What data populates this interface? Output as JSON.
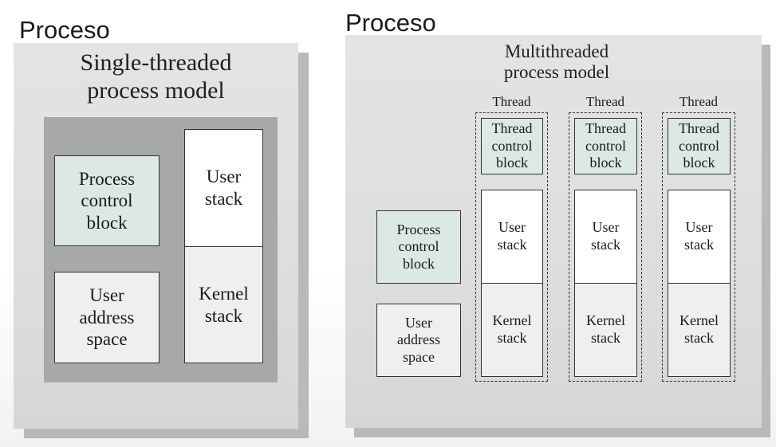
{
  "left": {
    "caption": "Proceso",
    "title_line1": "Single-threaded",
    "title_line2": "process model",
    "process_control_block": "Process\ncontrol\nblock",
    "user_address_space": "User\naddress\nspace",
    "user_stack": "User\nstack",
    "kernel_stack": "Kernel\nstack"
  },
  "right": {
    "caption": "Proceso",
    "title_line1": "Multithreaded",
    "title_line2": "process model",
    "process_control_block": "Process\ncontrol\nblock",
    "user_address_space": "User\naddress\nspace",
    "threads": [
      {
        "label": "Thread",
        "tcb": "Thread\ncontrol\nblock",
        "user_stack": "User\nstack",
        "kernel_stack": "Kernel\nstack"
      },
      {
        "label": "Thread",
        "tcb": "Thread\ncontrol\nblock",
        "user_stack": "User\nstack",
        "kernel_stack": "Kernel\nstack"
      },
      {
        "label": "Thread",
        "tcb": "Thread\ncontrol\nblock",
        "user_stack": "User\nstack",
        "kernel_stack": "Kernel\nstack"
      }
    ]
  }
}
